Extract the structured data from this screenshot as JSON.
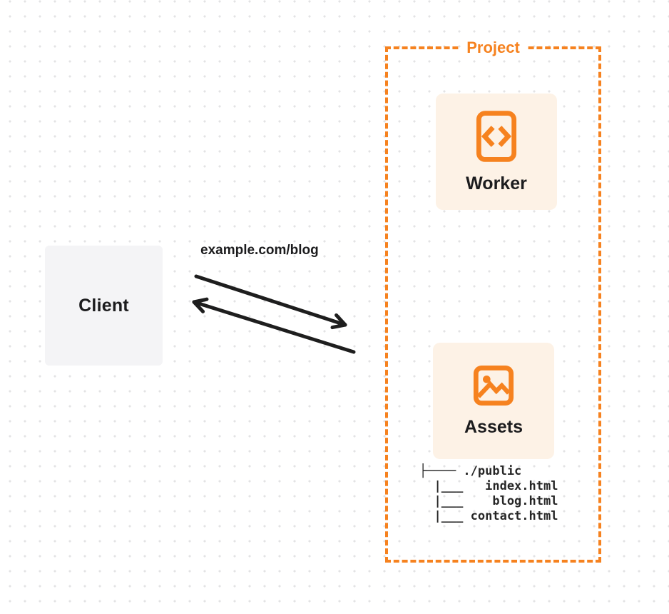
{
  "colors": {
    "accent_orange": "#f6821f",
    "card_background": "#fdf2e6",
    "client_background": "#f4f4f6",
    "arrow_color": "#1e1e1e",
    "dot_grid": "#e3e3e4"
  },
  "client": {
    "label": "Client"
  },
  "request": {
    "url": "example.com/blog"
  },
  "project": {
    "label": "Project",
    "worker": {
      "label": "Worker",
      "icon": "code-icon"
    },
    "assets": {
      "label": "Assets",
      "icon": "image-icon"
    },
    "file_tree": {
      "lines": [
        "├──── ./public",
        "  |___   index.html",
        "  |___    blog.html",
        "  |___ contact.html"
      ]
    }
  }
}
